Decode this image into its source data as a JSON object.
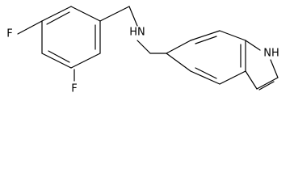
{
  "molecule": {
    "atoms": {
      "f1": "F",
      "f2": "F",
      "nh_amine": "HN",
      "nh_indole": "NH"
    }
  }
}
